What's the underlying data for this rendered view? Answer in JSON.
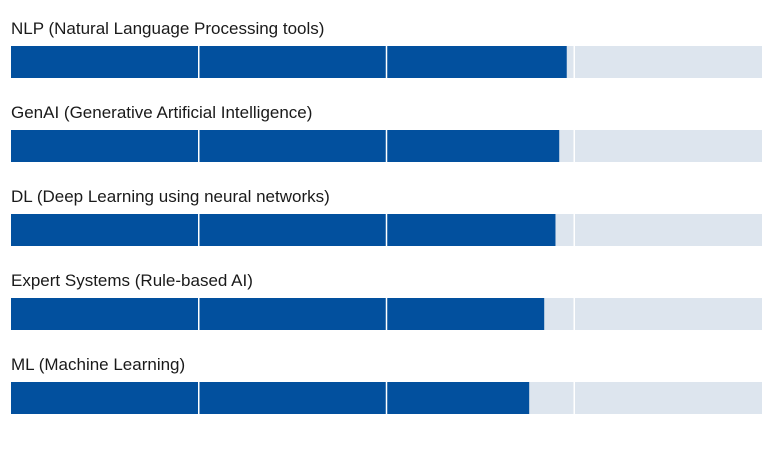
{
  "chart_data": {
    "type": "bar",
    "orientation": "horizontal",
    "categories": [
      "NLP (Natural Language Processing tools)",
      "GenAI (Generative Artificial Intelligence)",
      "DL (Deep Learning using neural networks)",
      "Expert Systems (Rule-based AI)",
      "ML (Machine Learning)"
    ],
    "values": [
      74,
      73,
      72.5,
      71,
      69
    ],
    "xlim": [
      0,
      100
    ],
    "gridlines": [
      25,
      50,
      75
    ],
    "grid": true,
    "legend": false,
    "title": "",
    "xlabel": "",
    "ylabel": "",
    "colors": {
      "bar": "#02509e",
      "track": "#dde5ee",
      "divider": "#ffffff"
    }
  }
}
